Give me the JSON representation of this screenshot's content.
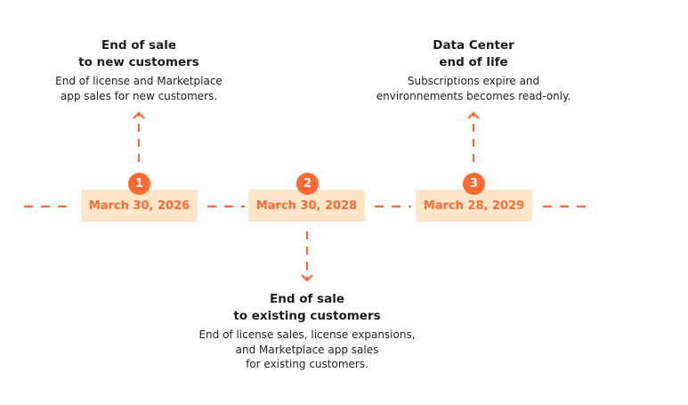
{
  "accent_color": "#ff6a33",
  "box_color": "#ffe6c9",
  "milestones": [
    {
      "number": "1",
      "date": "March 30, 2026",
      "title_line1": "End of sale",
      "title_line2": "to new customers",
      "desc_lines": [
        "End of license and Marketplace",
        "app sales for new customers."
      ],
      "arrow": "up"
    },
    {
      "number": "2",
      "date": "March 30, 2028",
      "title_line1": "End of sale",
      "title_line2": "to existing customers",
      "desc_lines": [
        "End of license sales, license expansions,",
        "and Marketplace app sales",
        "for existing customers."
      ],
      "arrow": "down"
    },
    {
      "number": "3",
      "date": "March 28, 2029",
      "title_line1": "Data Center",
      "title_line2": "end of life",
      "desc_lines": [
        "Subscriptions expire and",
        "environnements becomes read-only."
      ],
      "arrow": "up"
    }
  ]
}
